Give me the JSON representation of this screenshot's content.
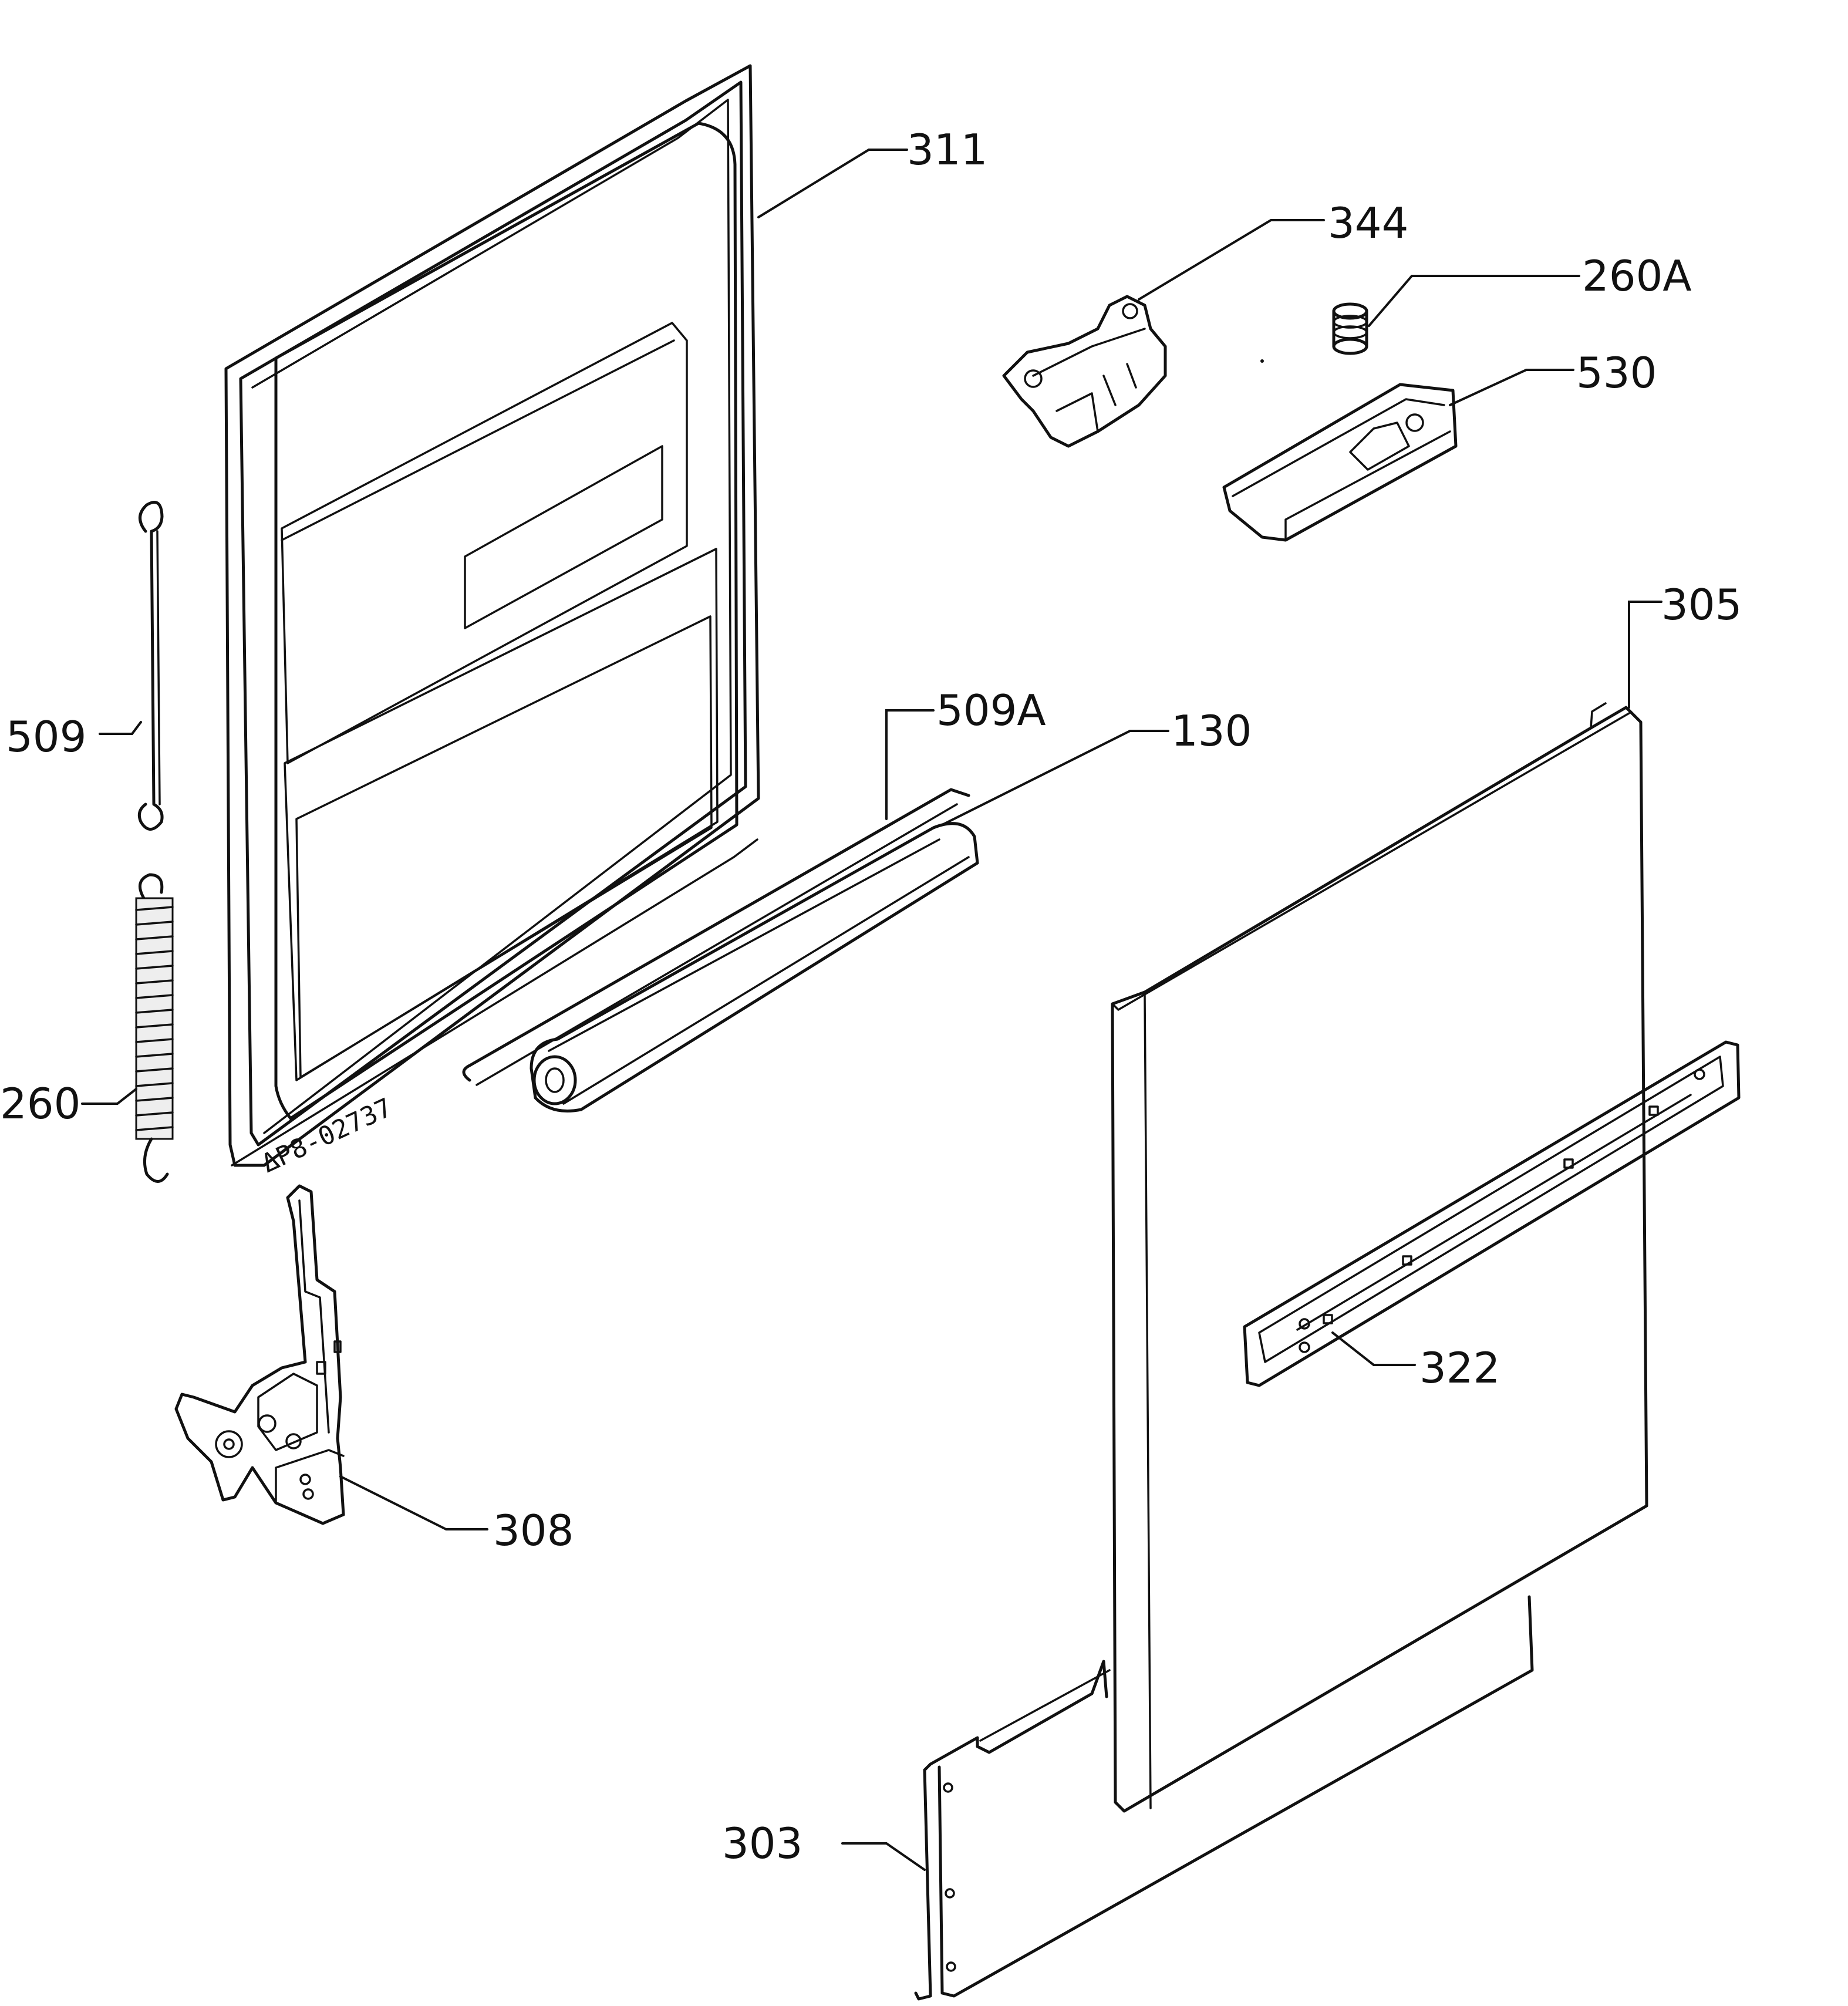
{
  "callouts": {
    "c311": "311",
    "c344": "344",
    "c260A": "260A",
    "c530": "530",
    "c305": "305",
    "c509": "509",
    "c509A": "509A",
    "c130": "130",
    "c260": "260",
    "c322": "322",
    "c308": "308",
    "c303": "303"
  },
  "stamp": "ΔP8-02737",
  "colors": {
    "line": "#111111",
    "background": "#ffffff"
  }
}
